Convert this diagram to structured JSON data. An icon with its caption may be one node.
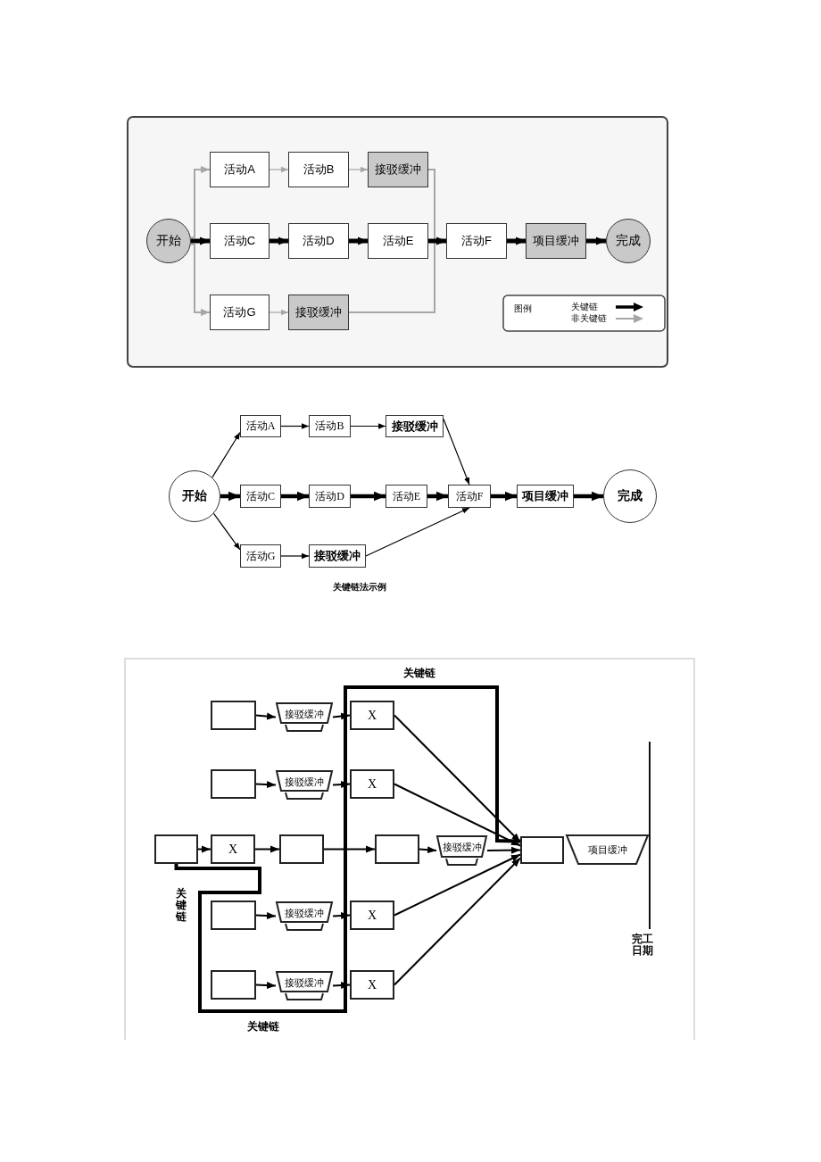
{
  "diagram": {
    "nodes": [
      {
        "text": [
          "开始"
        ]
      },
      {
        "text": [
          "活动A"
        ]
      },
      {
        "text": [
          "活动B"
        ]
      },
      {
        "text": [
          "接驳缓冲"
        ]
      },
      {
        "text": [
          "活动C"
        ]
      },
      {
        "text": [
          "活动D"
        ]
      },
      {
        "text": [
          "活动E"
        ]
      },
      {
        "text": [
          "活动F"
        ]
      },
      {
        "text": [
          "项目缓冲"
        ]
      },
      {
        "text": [
          "完成"
        ]
      },
      {
        "text": [
          "活动G"
        ]
      },
      {
        "text": [
          "接驳缓冲"
        ]
      },
      {
        "text": [
          "开始"
        ]
      },
      {
        "text": [
          "活动A"
        ]
      },
      {
        "text": [
          "活动B"
        ]
      },
      {
        "text": [
          "接驳缓冲"
        ]
      },
      {
        "text": [
          "活动C"
        ]
      },
      {
        "text": [
          "活动D"
        ]
      },
      {
        "text": [
          "活动E"
        ]
      },
      {
        "text": [
          "活动F"
        ]
      },
      {
        "text": [
          "项目缓冲"
        ]
      },
      {
        "text": [
          "完成"
        ]
      },
      {
        "text": [
          "活动G"
        ]
      },
      {
        "text": [
          "接驳缓冲"
        ]
      },
      {
        "text": [],
        "shape": "box"
      },
      {
        "text": [
          "接驳缓冲"
        ]
      },
      {
        "text": [
          "X"
        ]
      },
      {
        "text": [],
        "shape": "box"
      },
      {
        "text": [
          "接驳缓冲"
        ]
      },
      {
        "text": [
          "X"
        ]
      },
      {
        "text": [],
        "shape": "box"
      },
      {
        "text": [
          "X"
        ]
      },
      {
        "text": [],
        "shape": "box"
      },
      {
        "text": [],
        "shape": "box"
      },
      {
        "text": [
          "接驳缓冲"
        ]
      },
      {
        "text": [],
        "shape": "box"
      },
      {
        "text": [
          "项目缓冲"
        ]
      },
      {
        "text": [],
        "shape": "box"
      },
      {
        "text": [
          "接驳缓冲"
        ]
      },
      {
        "text": [
          "X"
        ]
      },
      {
        "text": [],
        "shape": "box"
      },
      {
        "text": [
          "接驳缓冲"
        ]
      },
      {
        "text": [
          "X"
        ]
      }
    ],
    "edges": [
      {
        "from": 0,
        "to": 1,
        "arrow": "to",
        "color": "#a6a6a6"
      },
      {
        "from": 0,
        "to": 10,
        "arrow": "to",
        "color": "#a6a6a6"
      },
      {
        "from": 1,
        "to": 2,
        "arrow": "to",
        "color": "#a6a6a6"
      },
      {
        "from": 2,
        "to": 3,
        "arrow": "to",
        "color": "#a6a6a6"
      },
      {
        "from": 3,
        "to": 7,
        "arrow": "to",
        "color": "#a6a6a6"
      },
      {
        "from": 10,
        "to": 11,
        "arrow": "to",
        "color": "#a6a6a6"
      },
      {
        "from": 11,
        "to": 7,
        "arrow": "to",
        "color": "#a6a6a6"
      },
      {
        "from": 0,
        "to": 4,
        "arrow": "to",
        "style": "thick"
      },
      {
        "from": 4,
        "to": 5,
        "arrow": "to",
        "style": "thick"
      },
      {
        "from": 5,
        "to": 6,
        "arrow": "to",
        "style": "thick"
      },
      {
        "from": 6,
        "to": 7,
        "arrow": "to",
        "style": "thick"
      },
      {
        "from": 7,
        "to": 8,
        "arrow": "to",
        "style": "thick"
      },
      {
        "from": 8,
        "to": 9,
        "arrow": "to",
        "style": "thick"
      },
      {
        "from": 12,
        "to": 13,
        "arrow": "to"
      },
      {
        "from": 13,
        "to": 14,
        "arrow": "to"
      },
      {
        "from": 14,
        "to": 15,
        "arrow": "to"
      },
      {
        "from": 15,
        "to": 19,
        "arrow": "to"
      },
      {
        "from": 12,
        "to": 22,
        "arrow": "to"
      },
      {
        "from": 22,
        "to": 23,
        "arrow": "to"
      },
      {
        "from": 23,
        "to": 19,
        "arrow": "to"
      },
      {
        "from": 12,
        "to": 16,
        "arrow": "to",
        "style": "thick"
      },
      {
        "from": 16,
        "to": 17,
        "arrow": "to",
        "style": "thick"
      },
      {
        "from": 17,
        "to": 18,
        "arrow": "to",
        "style": "thick"
      },
      {
        "from": 18,
        "to": 19,
        "arrow": "to",
        "style": "thick"
      },
      {
        "from": 19,
        "to": 20,
        "arrow": "to",
        "style": "thick"
      },
      {
        "from": 20,
        "to": 21,
        "arrow": "to",
        "style": "thick"
      },
      {
        "from": 24,
        "to": 25,
        "arrow": "to"
      },
      {
        "from": 25,
        "to": 26,
        "arrow": "to"
      },
      {
        "from": 26,
        "to": 35,
        "arrow": "to"
      },
      {
        "from": 27,
        "to": 28,
        "arrow": "to"
      },
      {
        "from": 28,
        "to": 29,
        "arrow": "to"
      },
      {
        "from": 29,
        "to": 35,
        "arrow": "to"
      },
      {
        "from": 30,
        "to": 31,
        "arrow": "to"
      },
      {
        "from": 31,
        "to": 32,
        "arrow": "to"
      },
      {
        "from": 32,
        "to": 33,
        "arrow": "to"
      },
      {
        "from": 33,
        "to": 34,
        "arrow": "to"
      },
      {
        "from": 34,
        "to": 35,
        "arrow": "to"
      },
      {
        "from": 37,
        "to": 38,
        "arrow": "to"
      },
      {
        "from": 38,
        "to": 39,
        "arrow": "to"
      },
      {
        "from": 39,
        "to": 35,
        "arrow": "to"
      },
      {
        "from": 40,
        "to": 41,
        "arrow": "to"
      },
      {
        "from": 41,
        "to": 42,
        "arrow": "to"
      },
      {
        "from": 42,
        "to": 35,
        "arrow": "to"
      },
      {
        "from": 30,
        "to": 35,
        "arrow": "none",
        "style": "thick"
      }
    ],
    "labels": [
      "图例",
      "关键链法示例",
      "关键链",
      "关键链",
      "完工日期",
      "关键链"
    ],
    "legend": [
      {
        "text": "关键链"
      },
      {
        "text": "非关键链"
      }
    ]
  }
}
